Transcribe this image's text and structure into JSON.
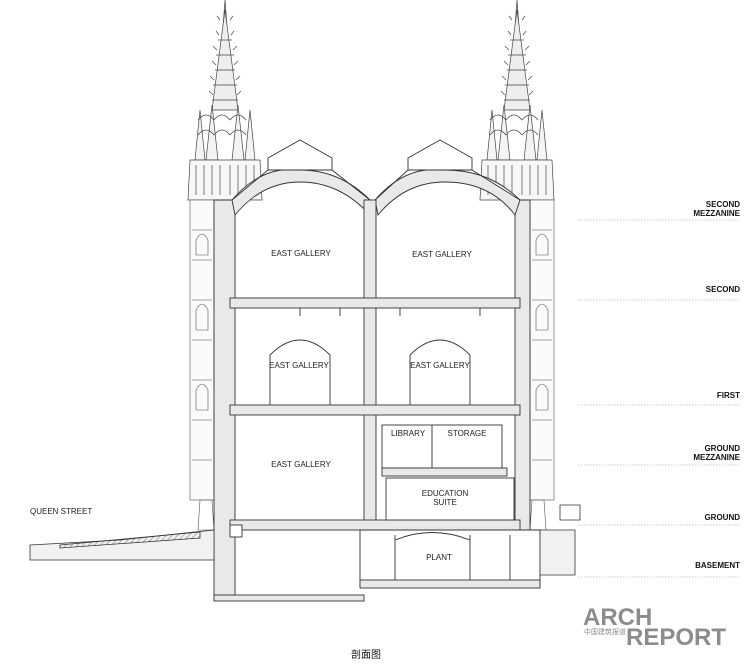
{
  "rooms": {
    "east_gallery_2a": "EAST GALLERY",
    "east_gallery_2b": "EAST GALLERY",
    "east_gallery_1a": "EAST GALLERY",
    "east_gallery_1b": "EAST GALLERY",
    "east_gallery_g": "EAST GALLERY",
    "library": "LIBRARY",
    "storage": "STORAGE",
    "education_1": "EDUCATION",
    "education_2": "SUITE",
    "plant": "PLANT"
  },
  "levels": [
    {
      "line1": "SECOND",
      "line2": "MEZZANINE"
    },
    {
      "line1": "SECOND",
      "line2": ""
    },
    {
      "line1": "FIRST",
      "line2": ""
    },
    {
      "line1": "GROUND",
      "line2": "MEZZANINE"
    },
    {
      "line1": "GROUND",
      "line2": ""
    },
    {
      "line1": "BASEMENT",
      "line2": ""
    }
  ],
  "street_label": "QUEEN STREET",
  "caption": "剖面图",
  "logo": {
    "line1": "ARCH",
    "line2": "REPORT",
    "sub": "中国建筑报道"
  }
}
